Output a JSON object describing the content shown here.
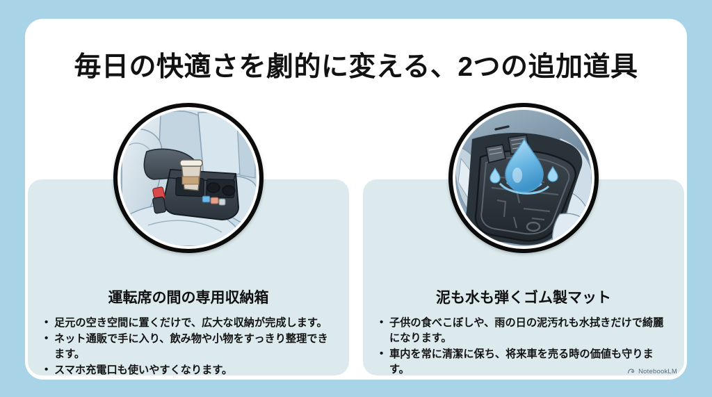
{
  "page": {
    "background_color": "#a9d4e7",
    "panel_color": "#ffffff",
    "card_color": "#dceaee",
    "title": "毎日の快適さを劇的に変える、2つの追加道具"
  },
  "cards": [
    {
      "heading": "運転席の間の専用収納箱",
      "image_name": "car-console-organizer-illustration",
      "image_alt": "車の運転席と助手席の間に置かれた黒い収納ボックス。コーヒーカップと小物が収まっている",
      "bullets": [
        "足元の空き空間に置くだけで、広大な収納が完成します。",
        "ネット通販で手に入り、飲み物や小物をすっきり整理できます。",
        "スマホ充電口も使いやすくなります。"
      ]
    },
    {
      "heading": "泥も水も弾くゴム製マット",
      "image_name": "rubber-floor-mat-illustration",
      "image_alt": "車の運転席足元のゴム製フロアマットと青い水滴",
      "bullets": [
        "子供の食べこぼしや、雨の日の泥汚れも水拭きだけで綺麗になります。",
        "車内を常に清潔に保ち、将来車を売る時の価値も守ります。"
      ]
    }
  ],
  "watermark": {
    "label": "NotebookLM",
    "icon": "notebooklm-logo-icon"
  }
}
